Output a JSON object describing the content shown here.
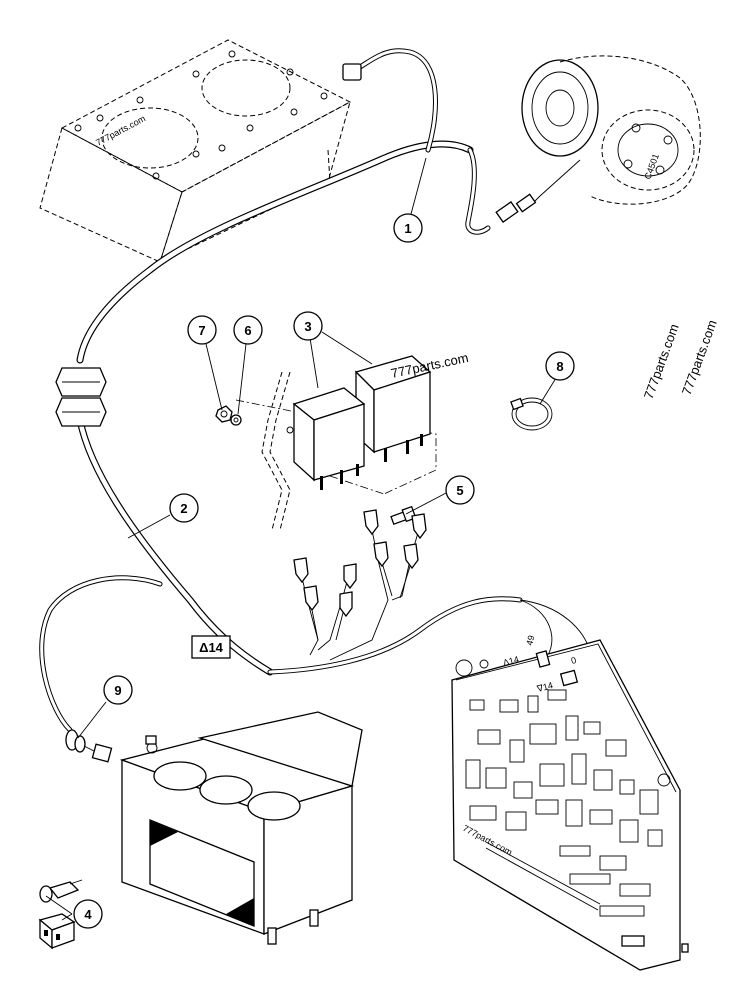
{
  "callouts": [
    {
      "id": "c1",
      "label": "1"
    },
    {
      "id": "c2",
      "label": "2"
    },
    {
      "id": "c3",
      "label": "3"
    },
    {
      "id": "c4",
      "label": "4"
    },
    {
      "id": "c5",
      "label": "5"
    },
    {
      "id": "c6",
      "label": "6"
    },
    {
      "id": "c7",
      "label": "7"
    },
    {
      "id": "c8",
      "label": "8"
    },
    {
      "id": "c9",
      "label": "9"
    }
  ],
  "delta_note": "Δ14",
  "connector_labels": {
    "pin_49": "49",
    "pin_d14": "Δ14",
    "pin_0": "0",
    "pin_v14": "∇14"
  },
  "watermarks": {
    "top_left": "777parts.com",
    "center": "777parts.com",
    "right_a": "777parts.com",
    "right_b": "777parts.com",
    "board": "777parts.com",
    "compressor": "C4501"
  }
}
